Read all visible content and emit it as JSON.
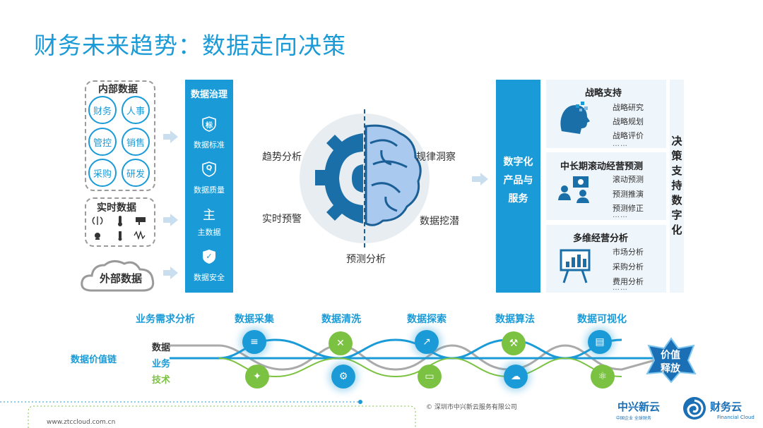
{
  "title": "财务未来趋势：数据走向决策",
  "internal": {
    "title": "内部数据",
    "items": [
      "财务",
      "人事",
      "管控",
      "销售",
      "采购",
      "研发"
    ]
  },
  "realtime": {
    "title": "实时数据",
    "icons": [
      "signal-icon",
      "thermometer-icon",
      "sensor-icon",
      "location-icon",
      "pressure-icon",
      "wave-icon"
    ]
  },
  "external": {
    "title": "外部数据"
  },
  "governance": {
    "title": "数据治理",
    "items": [
      {
        "icon": "标",
        "label": "数据标准"
      },
      {
        "icon": "Q",
        "label": "数据质量"
      },
      {
        "icon": "主",
        "label": "主数据"
      },
      {
        "icon": "✓",
        "label": "数据安全"
      }
    ]
  },
  "center": {
    "labels": [
      "趋势分析",
      "规律洞察",
      "实时预警",
      "数据挖潜",
      "预测分析"
    ]
  },
  "digital": {
    "lines": [
      "数字化",
      "产品与",
      "服务"
    ]
  },
  "cards": [
    {
      "title": "战略支持",
      "items": [
        "战略研究",
        "战略规划",
        "战略评价"
      ],
      "dots": "……"
    },
    {
      "title": "中长期滚动经营预测",
      "items": [
        "滚动预测",
        "预测推演",
        "预测修正"
      ],
      "dots": "……"
    },
    {
      "title": "多维经营分析",
      "items": [
        "市场分析",
        "采购分析",
        "费用分析"
      ],
      "dots": "……"
    }
  ],
  "side_text": "决策支持数字化",
  "chain": {
    "label": "数据价值链",
    "rows": [
      "数据",
      "业务",
      "技术"
    ],
    "steps": [
      "业务需求分析",
      "数据采集",
      "数据清洗",
      "数据探索",
      "数据算法",
      "数据可视化"
    ],
    "end": [
      "价值",
      "释放"
    ]
  },
  "footer": {
    "url": "www.ztccloud.com.cn",
    "copyright": "© 深圳市中兴新云服务有限公司",
    "brand1": "中兴新云",
    "brand1_sub": "中国企业 全球财务",
    "brand2": "财务云",
    "brand2_sub": "Financial Cloud"
  },
  "colors": {
    "accent": "#1a9bd7",
    "green": "#7cc242",
    "light": "#eef5fb"
  }
}
